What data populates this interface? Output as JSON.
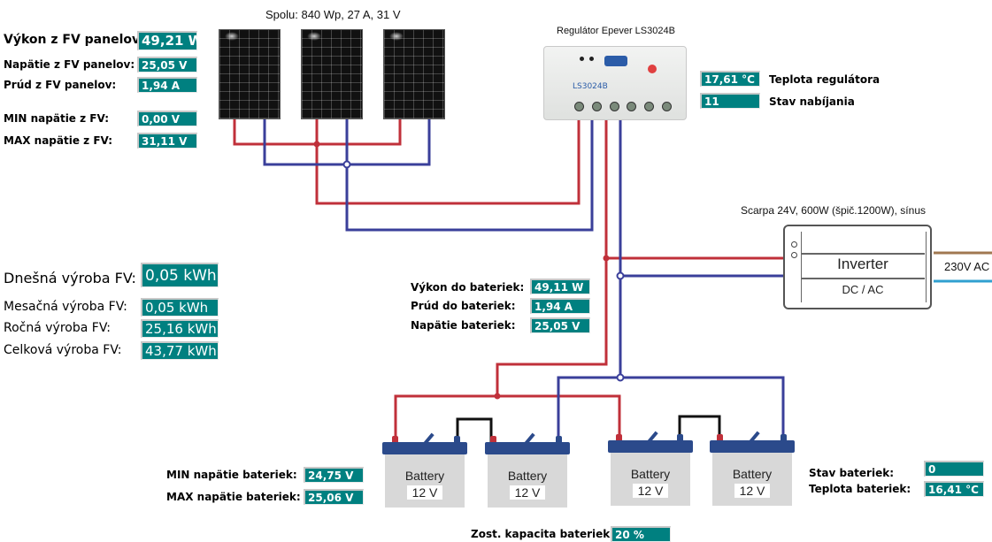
{
  "pv": {
    "total_caption": "Spolu: 840 Wp, 27 A, 31 V",
    "power": {
      "label": "Výkon z FV panelov:",
      "value": "49,21 W"
    },
    "voltage": {
      "label": "Napätie z FV panelov:",
      "value": "25,05 V"
    },
    "current": {
      "label": "Prúd z FV panelov:",
      "value": "1,94 A"
    },
    "min_voltage": {
      "label": "MIN napätie z FV:",
      "value": "0,00 V"
    },
    "max_voltage": {
      "label": "MAX napätie z FV:",
      "value": "31,11 V"
    }
  },
  "production": {
    "today": {
      "label": "Dnešná výroba FV:",
      "value": "0,05 kWh"
    },
    "month": {
      "label": "Mesačná výroba FV:",
      "value": "0,05 kWh"
    },
    "year": {
      "label": "Ročná výroba FV:",
      "value": "25,16 kWh"
    },
    "total": {
      "label": "Celková výroba FV:",
      "value": "43,77 kWh"
    }
  },
  "regulator": {
    "caption": "Regulátor Epever LS3024B",
    "model_text": "LS3024B",
    "temperature": {
      "label": "Teplota regulátora",
      "value": "17,61 °C"
    },
    "charge_state": {
      "label": "Stav nabíjania",
      "value": "11"
    }
  },
  "inverter": {
    "caption": "Scarpa 24V, 600W (špič.1200W), sínus",
    "title": "Inverter",
    "subtitle": "DC / AC",
    "output_label": "230V AC"
  },
  "battery_flow": {
    "power": {
      "label": "Výkon do bateriek:",
      "value": "49,11 W"
    },
    "current": {
      "label": "Prúd do bateriek:",
      "value": "1,94 A"
    },
    "voltage": {
      "label": "Napätie bateriek:",
      "value": "25,05 V"
    }
  },
  "batteries": {
    "units": [
      {
        "name": "Battery",
        "voltage": "12 V"
      },
      {
        "name": "Battery",
        "voltage": "12 V"
      },
      {
        "name": "Battery",
        "voltage": "12 V"
      },
      {
        "name": "Battery",
        "voltage": "12 V"
      }
    ],
    "min_voltage": {
      "label": "MIN napätie bateriek:",
      "value": "24,75 V"
    },
    "max_voltage": {
      "label": "MAX napätie bateriek:",
      "value": "25,06 V"
    },
    "state": {
      "label": "Stav bateriek:",
      "value": "0"
    },
    "temperature": {
      "label": "Teplota bateriek:",
      "value": "16,41 °C"
    },
    "remaining_capacity": {
      "label": "Zost. kapacita bateriek:",
      "value": "20 %"
    }
  },
  "colors": {
    "value_box_bg": "#008080",
    "wire_positive": "#c0303a",
    "wire_negative": "#3a3f9a",
    "wire_ac_live": "#a07850",
    "wire_ac_neutral": "#30a0d0"
  }
}
